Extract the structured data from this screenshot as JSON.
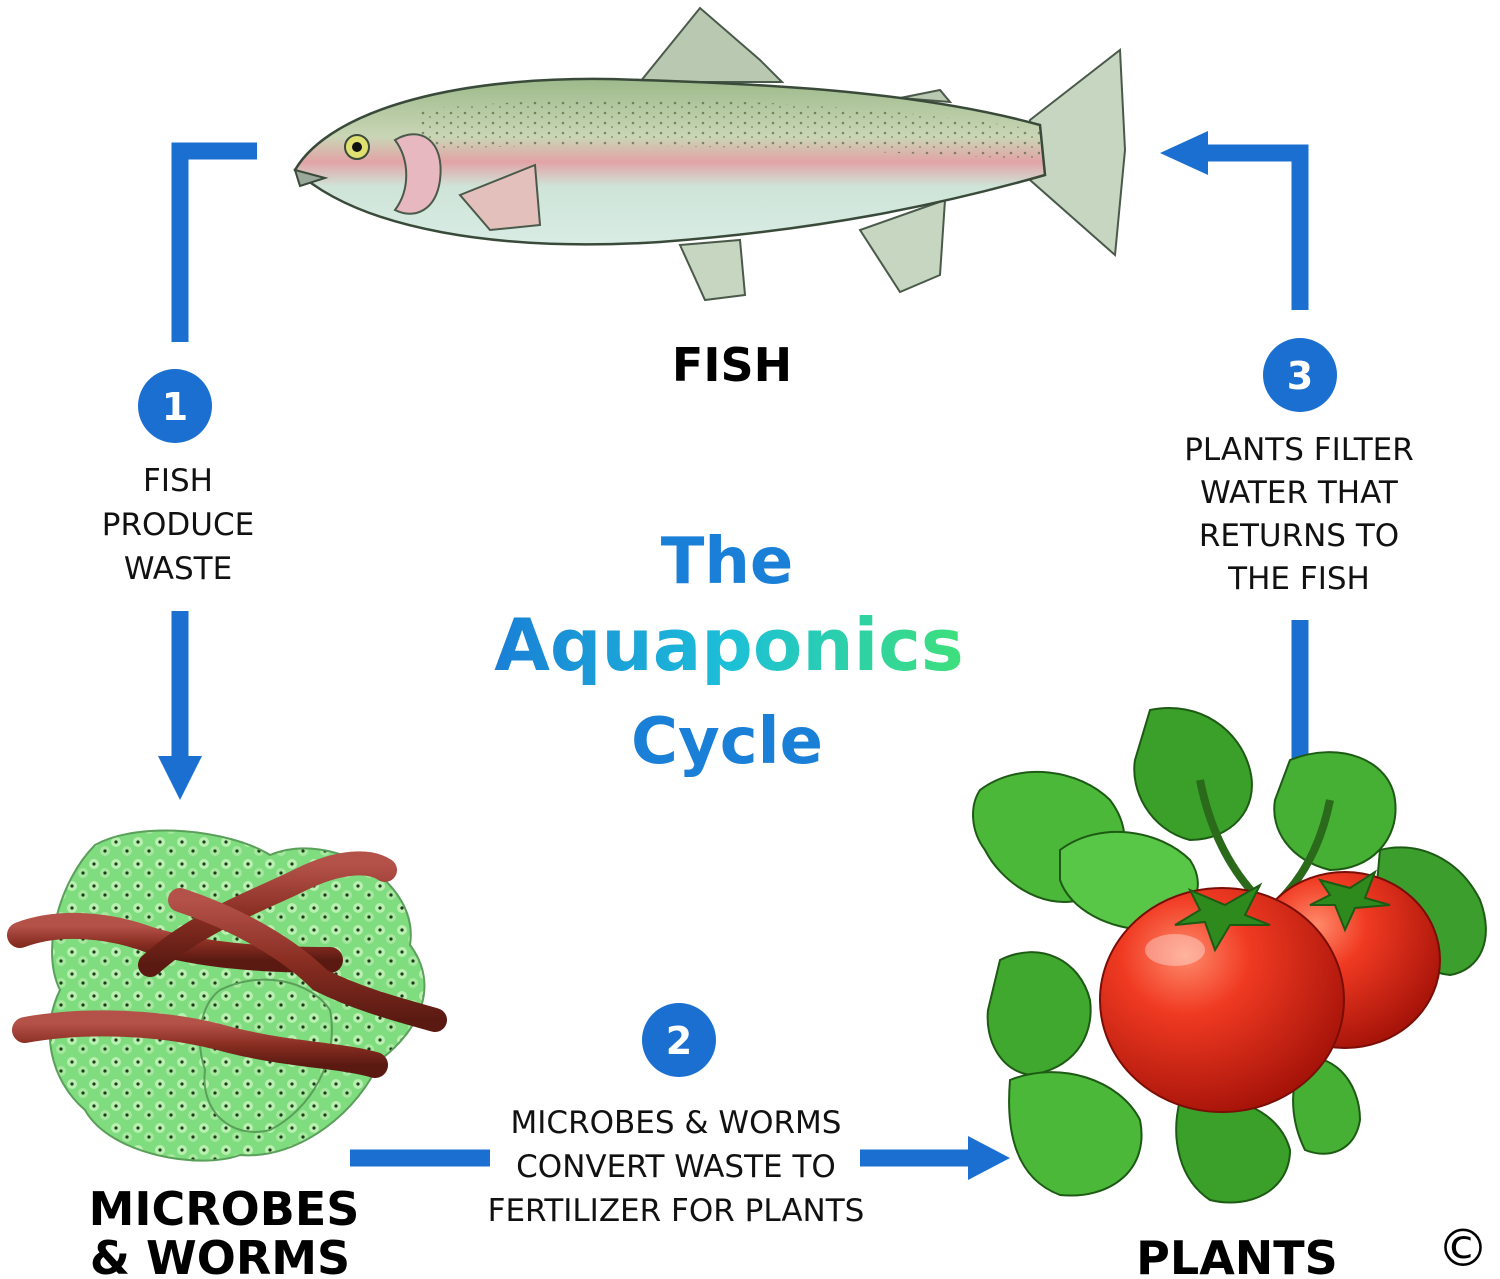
{
  "title": {
    "line1": "The",
    "line2": "Aquaponics",
    "line3": "Cycle"
  },
  "nodes": {
    "fish": "FISH",
    "microbes_line1": "MICROBES",
    "microbes_line2": "& WORMS",
    "plants": "PLANTS"
  },
  "steps": [
    {
      "number": "1",
      "lines": [
        "FISH",
        "PRODUCE",
        "WASTE"
      ]
    },
    {
      "number": "2",
      "lines": [
        "MICROBES & WORMS",
        "CONVERT WASTE  TO",
        "FERTILIZER FOR PLANTS"
      ]
    },
    {
      "number": "3",
      "lines": [
        "PLANTS FILTER",
        "WATER THAT",
        "RETURNS TO",
        "THE FISH"
      ]
    }
  ],
  "copyright": "©",
  "colors": {
    "arrow": "#1a6fd1",
    "badge": "#1a6fd1",
    "title_blue": "#1a7fd6",
    "title_green": "#3ee07a",
    "tomato": "#e42a1c",
    "leaf": "#3aa02a",
    "worm": "#8a2e22",
    "microbe": "#7fdc7f"
  },
  "icons": {
    "fish": "trout-illustration",
    "microbes": "microbe-worm-illustration",
    "plants": "tomato-plant-illustration"
  }
}
